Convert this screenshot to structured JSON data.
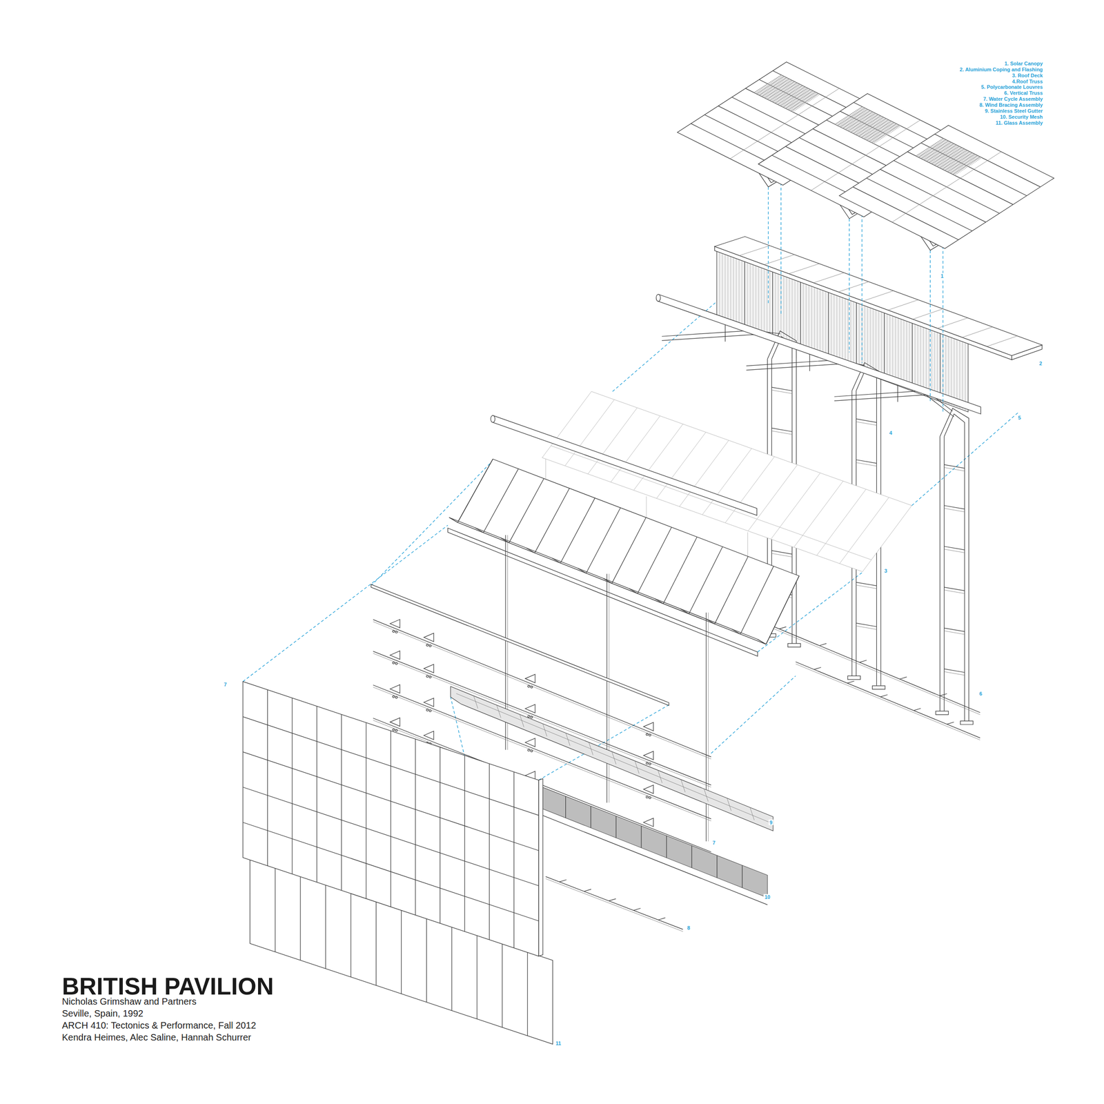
{
  "diagram": {
    "title": "BRITISH PAVILION",
    "labels": [
      "Nicholas Grimshaw and Partners",
      "Seville, Spain, 1992",
      "ARCH 410: Tectonics & Performance, Fall 2012",
      "Kendra Heimes, Alec Saline, Hannah Schurrer",
      "1. Solar Canopy",
      "2. Aluminium Coping and Flashing",
      "3. Roof Deck",
      "4.Roof Truss",
      "5. Polycarbonate Louvres",
      "6. Vertical Truss",
      "7. Water Cycle Assembly",
      "8. Wind Bracing Assembly",
      "9. Stainless Steel Gutter",
      "10. Security Mesh",
      "11. Glass Assembly",
      "1",
      "2",
      "5",
      "4",
      "3",
      "7",
      "6",
      "9",
      "7",
      "10",
      "8",
      "11"
    ]
  }
}
